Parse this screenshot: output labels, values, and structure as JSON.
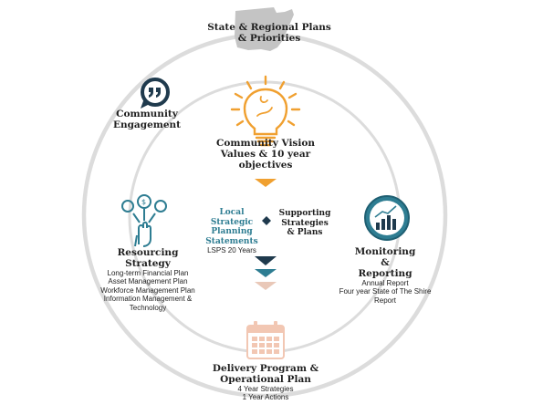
{
  "state": {
    "title": "State & Regional Plans & Priorities"
  },
  "engagement": {
    "title": "Community Engagement"
  },
  "vision": {
    "title": "Community Vision Values & 10 year objectives"
  },
  "lsps": {
    "title": "Local Strategic Planning Statements",
    "subtitle": "LSPS 20 Years"
  },
  "supporting": {
    "title": "Supporting Strategies & Plans"
  },
  "resourcing": {
    "title": "Resourcing Strategy",
    "items": [
      "Long-term Financial Plan",
      "Asset Management Plan",
      "Workforce Management Plan",
      "Information Management & Technology"
    ]
  },
  "monitoring": {
    "title": "Monitoring & Reporting",
    "items": [
      "Annual Report",
      "Four year State of The Shire Report"
    ]
  },
  "delivery": {
    "title": "Delivery Program & Operational Plan",
    "items": [
      "4 Year Strategies",
      "1 Year Actions"
    ]
  },
  "colors": {
    "ring": "#d9d9d9",
    "navy": "#1f3a4d",
    "teal": "#2e7d92",
    "orange": "#f0a030",
    "peach": "#e9c8b8",
    "calendar": "#f2c7b3",
    "map": "#bfbfbf"
  },
  "icons": {
    "state": "nsw-map-icon",
    "engagement": "speech-bubble-quote-icon",
    "vision": "lightbulb-icon",
    "resourcing": "hand-network-icon",
    "monitoring": "bar-chart-icon",
    "delivery": "calendar-icon"
  }
}
